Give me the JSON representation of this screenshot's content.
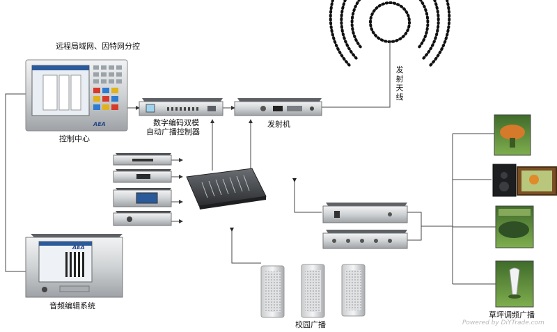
{
  "labels": {
    "remote_control": "远程局域网、因特网分控",
    "control_center": "控制中心",
    "digital_controller_line1": "数字编码双模",
    "digital_controller_line2": "自动广播控制器",
    "transmitter": "发射机",
    "antenna": "发射天线",
    "audio_editing": "音频编辑系统",
    "campus_broadcast": "校园广播",
    "lawn_broadcast": "草坪调频广播"
  },
  "branding": {
    "brand_mark": "AEA",
    "watermark": "Powered by DiYTrade.com"
  },
  "colors": {
    "line": "#444444",
    "rack_silver": "#cfd2d4",
    "screen_blue": "#2a5a9a",
    "grass": "#5a8f3a"
  }
}
